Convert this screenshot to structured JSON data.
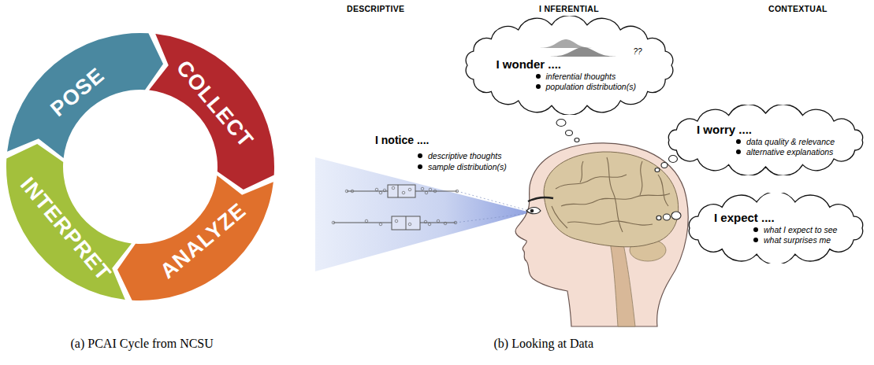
{
  "diagram": {
    "nodes": [
      {
        "text": [
          "POSE"
        ]
      },
      {
        "text": [
          "COLLECT"
        ]
      },
      {
        "text": [
          "ANALYZE"
        ]
      },
      {
        "text": [
          "INTERPRET"
        ]
      },
      {
        "text": [
          "??",
          "I wonder ....",
          "inferential thoughts",
          "population distribution(s)"
        ]
      },
      {
        "text": [
          "I worry ....",
          "data quality & relevance",
          "alternative explanations"
        ]
      },
      {
        "text": [
          "I expect ....",
          "what I expect to see",
          "what surprises me"
        ]
      }
    ],
    "labels": [
      "DESCRIPTIVE",
      "I NFERENTIAL",
      "CONTEXTUAL",
      "I notice ....",
      "descriptive thoughts",
      "sample distribution(s)",
      "(a) PCAI Cycle from NCSU",
      "(b) Looking at Data"
    ]
  }
}
